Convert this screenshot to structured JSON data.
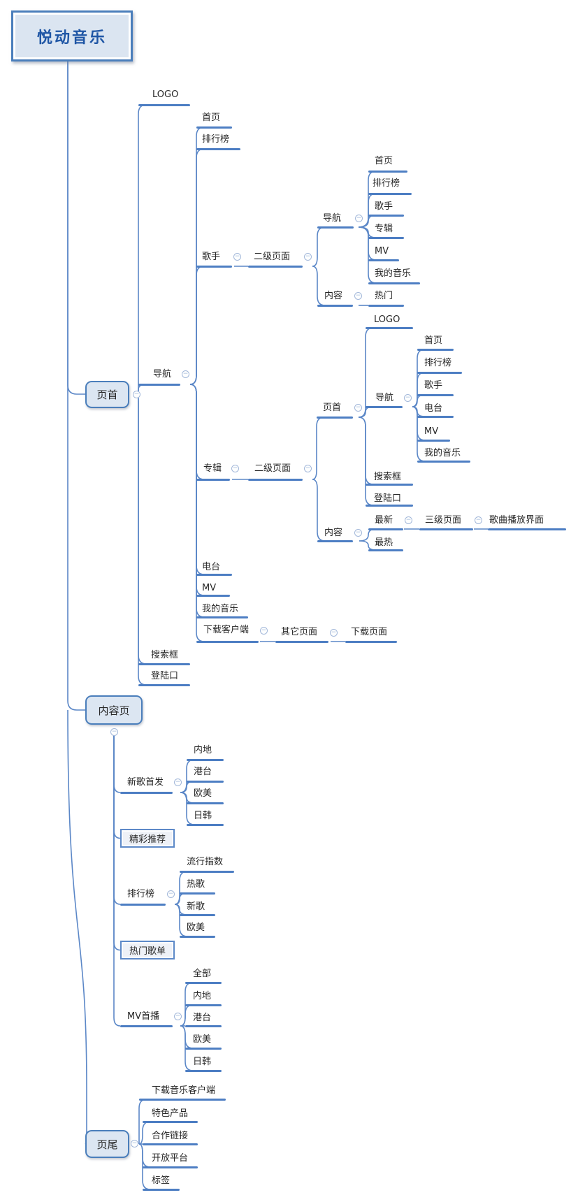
{
  "title": "悦动音乐",
  "colors": {
    "underline": "#4d7ec3",
    "connector": "#5b87c7",
    "box_border": "#4a7ebb",
    "box_fill": "#dce6f2",
    "root_text": "#1f56a5",
    "text": "#262626",
    "collapse_icon": "#a3b8da"
  },
  "icons": {
    "collapse_glyph": "−"
  },
  "tree": {
    "id": "root",
    "label": "悦动音乐",
    "children": [
      {
        "id": "header",
        "label": "页首",
        "children": [
          {
            "id": "header-logo",
            "label": "LOGO"
          },
          {
            "id": "header-nav",
            "label": "导航",
            "children": [
              {
                "id": "nav-home",
                "label": "首页"
              },
              {
                "id": "nav-charts",
                "label": "排行榜"
              },
              {
                "id": "nav-singers",
                "label": "歌手",
                "children": [
                  {
                    "id": "singers-l2",
                    "label": "二级页面",
                    "children": [
                      {
                        "id": "singers-l2-nav",
                        "label": "导航",
                        "children": [
                          {
                            "id": "sn-home",
                            "label": "首页"
                          },
                          {
                            "id": "sn-charts",
                            "label": "排行榜"
                          },
                          {
                            "id": "sn-singers",
                            "label": "歌手"
                          },
                          {
                            "id": "sn-albums",
                            "label": "专辑"
                          },
                          {
                            "id": "sn-mv",
                            "label": "MV"
                          },
                          {
                            "id": "sn-mymusic",
                            "label": "我的音乐"
                          }
                        ]
                      },
                      {
                        "id": "singers-l2-content",
                        "label": "内容",
                        "children": [
                          {
                            "id": "sc-hot",
                            "label": "热门"
                          }
                        ]
                      }
                    ]
                  }
                ]
              },
              {
                "id": "nav-albums",
                "label": "专辑",
                "children": [
                  {
                    "id": "albums-l2",
                    "label": "二级页面",
                    "children": [
                      {
                        "id": "albums-l2-header",
                        "label": "页首",
                        "children": [
                          {
                            "id": "ah-logo",
                            "label": "LOGO"
                          },
                          {
                            "id": "ah-nav",
                            "label": "导航",
                            "children": [
                              {
                                "id": "an-home",
                                "label": "首页"
                              },
                              {
                                "id": "an-charts",
                                "label": "排行榜"
                              },
                              {
                                "id": "an-singers",
                                "label": "歌手"
                              },
                              {
                                "id": "an-radio",
                                "label": "电台"
                              },
                              {
                                "id": "an-mv",
                                "label": "MV"
                              },
                              {
                                "id": "an-mymusic",
                                "label": "我的音乐"
                              }
                            ]
                          },
                          {
                            "id": "ah-search",
                            "label": "搜索框"
                          },
                          {
                            "id": "ah-login",
                            "label": "登陆口"
                          }
                        ]
                      },
                      {
                        "id": "albums-l2-content",
                        "label": "内容",
                        "children": [
                          {
                            "id": "ac-latest",
                            "label": "最新",
                            "children": [
                              {
                                "id": "ac-l3",
                                "label": "三级页面",
                                "children": [
                                  {
                                    "id": "ac-play",
                                    "label": "歌曲播放界面"
                                  }
                                ]
                              }
                            ]
                          },
                          {
                            "id": "ac-hottest",
                            "label": "最热"
                          }
                        ]
                      }
                    ]
                  }
                ]
              },
              {
                "id": "nav-radio",
                "label": "电台"
              },
              {
                "id": "nav-mv",
                "label": "MV"
              },
              {
                "id": "nav-mymusic",
                "label": "我的音乐"
              },
              {
                "id": "nav-download",
                "label": "下载客户端",
                "children": [
                  {
                    "id": "other-page",
                    "label": "其它页面",
                    "children": [
                      {
                        "id": "download-page",
                        "label": "下载页面"
                      }
                    ]
                  }
                ]
              }
            ]
          },
          {
            "id": "header-search",
            "label": "搜索框"
          },
          {
            "id": "header-login",
            "label": "登陆口"
          }
        ]
      },
      {
        "id": "content",
        "label": "内容页",
        "children": [
          {
            "id": "new-songs",
            "label": "新歌首发",
            "children": [
              {
                "id": "ns-mainland",
                "label": "内地"
              },
              {
                "id": "ns-hktw",
                "label": "港台"
              },
              {
                "id": "ns-western",
                "label": "欧美"
              },
              {
                "id": "ns-jpkr",
                "label": "日韩"
              }
            ]
          },
          {
            "id": "featured",
            "label": "精彩推荐"
          },
          {
            "id": "ranking",
            "label": "排行榜",
            "children": [
              {
                "id": "rk-pop",
                "label": "流行指数"
              },
              {
                "id": "rk-hot",
                "label": "热歌"
              },
              {
                "id": "rk-new",
                "label": "新歌"
              },
              {
                "id": "rk-western",
                "label": "欧美"
              }
            ]
          },
          {
            "id": "hot-playlists",
            "label": "热门歌单"
          },
          {
            "id": "mv-premiere",
            "label": "MV首播",
            "children": [
              {
                "id": "mv-all",
                "label": "全部"
              },
              {
                "id": "mv-mainland",
                "label": "内地"
              },
              {
                "id": "mv-hktw",
                "label": "港台"
              },
              {
                "id": "mv-western",
                "label": "欧美"
              },
              {
                "id": "mv-jpkr",
                "label": "日韩"
              }
            ]
          }
        ]
      },
      {
        "id": "footer",
        "label": "页尾",
        "children": [
          {
            "id": "ft-download",
            "label": "下载音乐客户端"
          },
          {
            "id": "ft-products",
            "label": "特色产品"
          },
          {
            "id": "ft-links",
            "label": "合作链接"
          },
          {
            "id": "ft-platform",
            "label": "开放平台"
          },
          {
            "id": "ft-tags",
            "label": "标签"
          }
        ]
      }
    ]
  }
}
